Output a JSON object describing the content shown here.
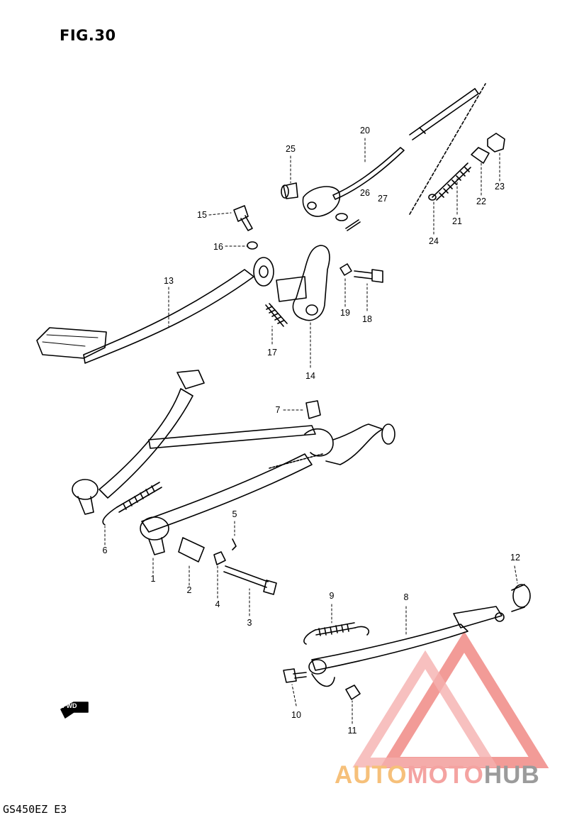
{
  "figure": {
    "title": "FIG.30",
    "model": "GS450EZ E3"
  },
  "callouts": [
    {
      "id": "c1",
      "text": "1"
    },
    {
      "id": "c2",
      "text": "2"
    },
    {
      "id": "c3",
      "text": "3"
    },
    {
      "id": "c4",
      "text": "4"
    },
    {
      "id": "c5",
      "text": "5"
    },
    {
      "id": "c6",
      "text": "6"
    },
    {
      "id": "c7",
      "text": "7"
    },
    {
      "id": "c8",
      "text": "8"
    },
    {
      "id": "c9",
      "text": "9"
    },
    {
      "id": "c10",
      "text": "10"
    },
    {
      "id": "c11",
      "text": "11"
    },
    {
      "id": "c12",
      "text": "12"
    },
    {
      "id": "c13",
      "text": "13"
    },
    {
      "id": "c14",
      "text": "14"
    },
    {
      "id": "c15",
      "text": "15"
    },
    {
      "id": "c16",
      "text": "16"
    },
    {
      "id": "c17",
      "text": "17"
    },
    {
      "id": "c18",
      "text": "18"
    },
    {
      "id": "c19",
      "text": "19"
    },
    {
      "id": "c20",
      "text": "20"
    },
    {
      "id": "c21",
      "text": "21"
    },
    {
      "id": "c22",
      "text": "22"
    },
    {
      "id": "c23",
      "text": "23"
    },
    {
      "id": "c24",
      "text": "24"
    },
    {
      "id": "c25",
      "text": "25"
    },
    {
      "id": "c26",
      "text": "26"
    },
    {
      "id": "c27",
      "text": "27"
    }
  ],
  "fwd_label": "FWD",
  "watermark": {
    "part1": "AUTO",
    "part2": "MOTO",
    "part3": "HUB",
    "colors": {
      "auto": "#f6c07a",
      "moto": "#f4a3a1",
      "hub": "#9b9b9b",
      "triangle": "#f08a86"
    }
  }
}
